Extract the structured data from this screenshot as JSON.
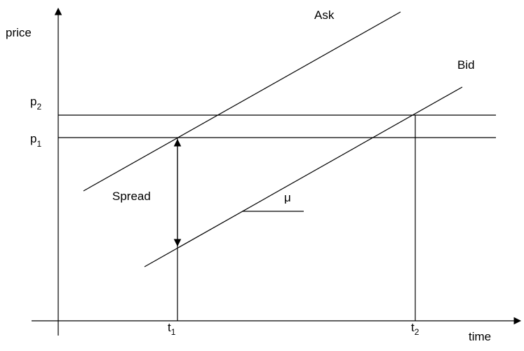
{
  "axes": {
    "y_label": "price",
    "x_label": "time"
  },
  "lines": {
    "ask_label": "Ask",
    "bid_label": "Bid"
  },
  "levels": {
    "p2": {
      "base": "p",
      "sub": "2"
    },
    "p1": {
      "base": "p",
      "sub": "1"
    }
  },
  "times": {
    "t1": {
      "base": "t",
      "sub": "1"
    },
    "t2": {
      "base": "t",
      "sub": "2"
    }
  },
  "annotations": {
    "spread_label": "Spread",
    "slope_label": "μ"
  }
}
